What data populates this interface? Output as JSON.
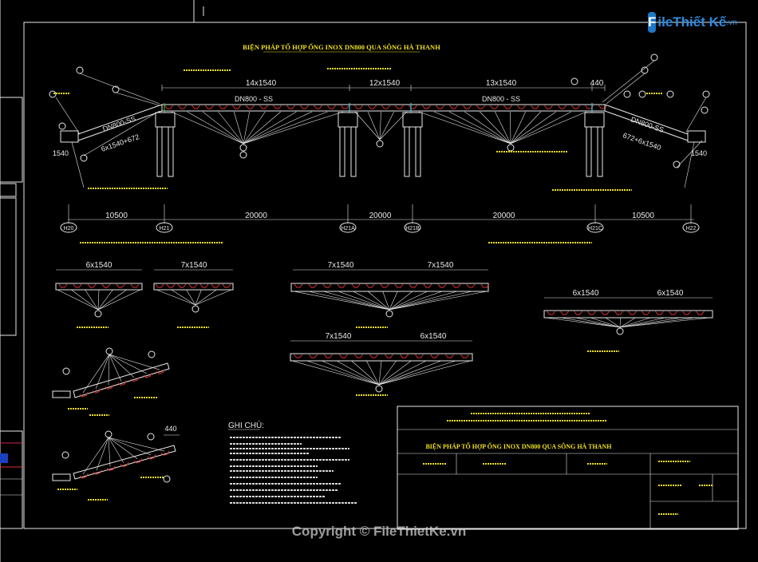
{
  "logo": {
    "badge": "F",
    "text": "ileThiết Kế",
    "suffix": ".vn"
  },
  "copyright": "Copyright © FileThietKe.vn",
  "drawing": {
    "title": "BIỆN PHÁP TỔ HỢP ỐNG INOX DN800 QUA SÔNG HÀ THANH",
    "pipe_label_left": "DN800 - SS",
    "pipe_label_right": "DN800 - SS",
    "slope_label_left": "DN800-SS",
    "slope_label_right": "DN800-SS",
    "slope_dim_left": "6x1540+672",
    "slope_dim_right": "672+6x1540",
    "dim_top": [
      "14x1540",
      "12x1540",
      "13x1540",
      "440"
    ],
    "end_dim_left": "1540",
    "end_dim_right": "1540",
    "spans": [
      "10500",
      "20000",
      "20000",
      "20000",
      "10500"
    ],
    "axes": [
      "H20",
      "H21",
      "H21A",
      "H21B",
      "H21C",
      "H22"
    ],
    "seg_a1": "6x1540",
    "seg_a2": "7x1540",
    "seg_b1": "7x1540",
    "seg_b2": "7x1540",
    "seg_c1": "6x1540",
    "seg_c2": "6x1540",
    "seg_d1": "7x1540",
    "seg_d2": "6x1540",
    "detail_dim": "440",
    "notes_title": "GHI CHÚ:",
    "title_block": "BIỆN PHÁP TỔ HỢP ỐNG INOX DN800 QUA SÔNG HÀ THANH"
  }
}
